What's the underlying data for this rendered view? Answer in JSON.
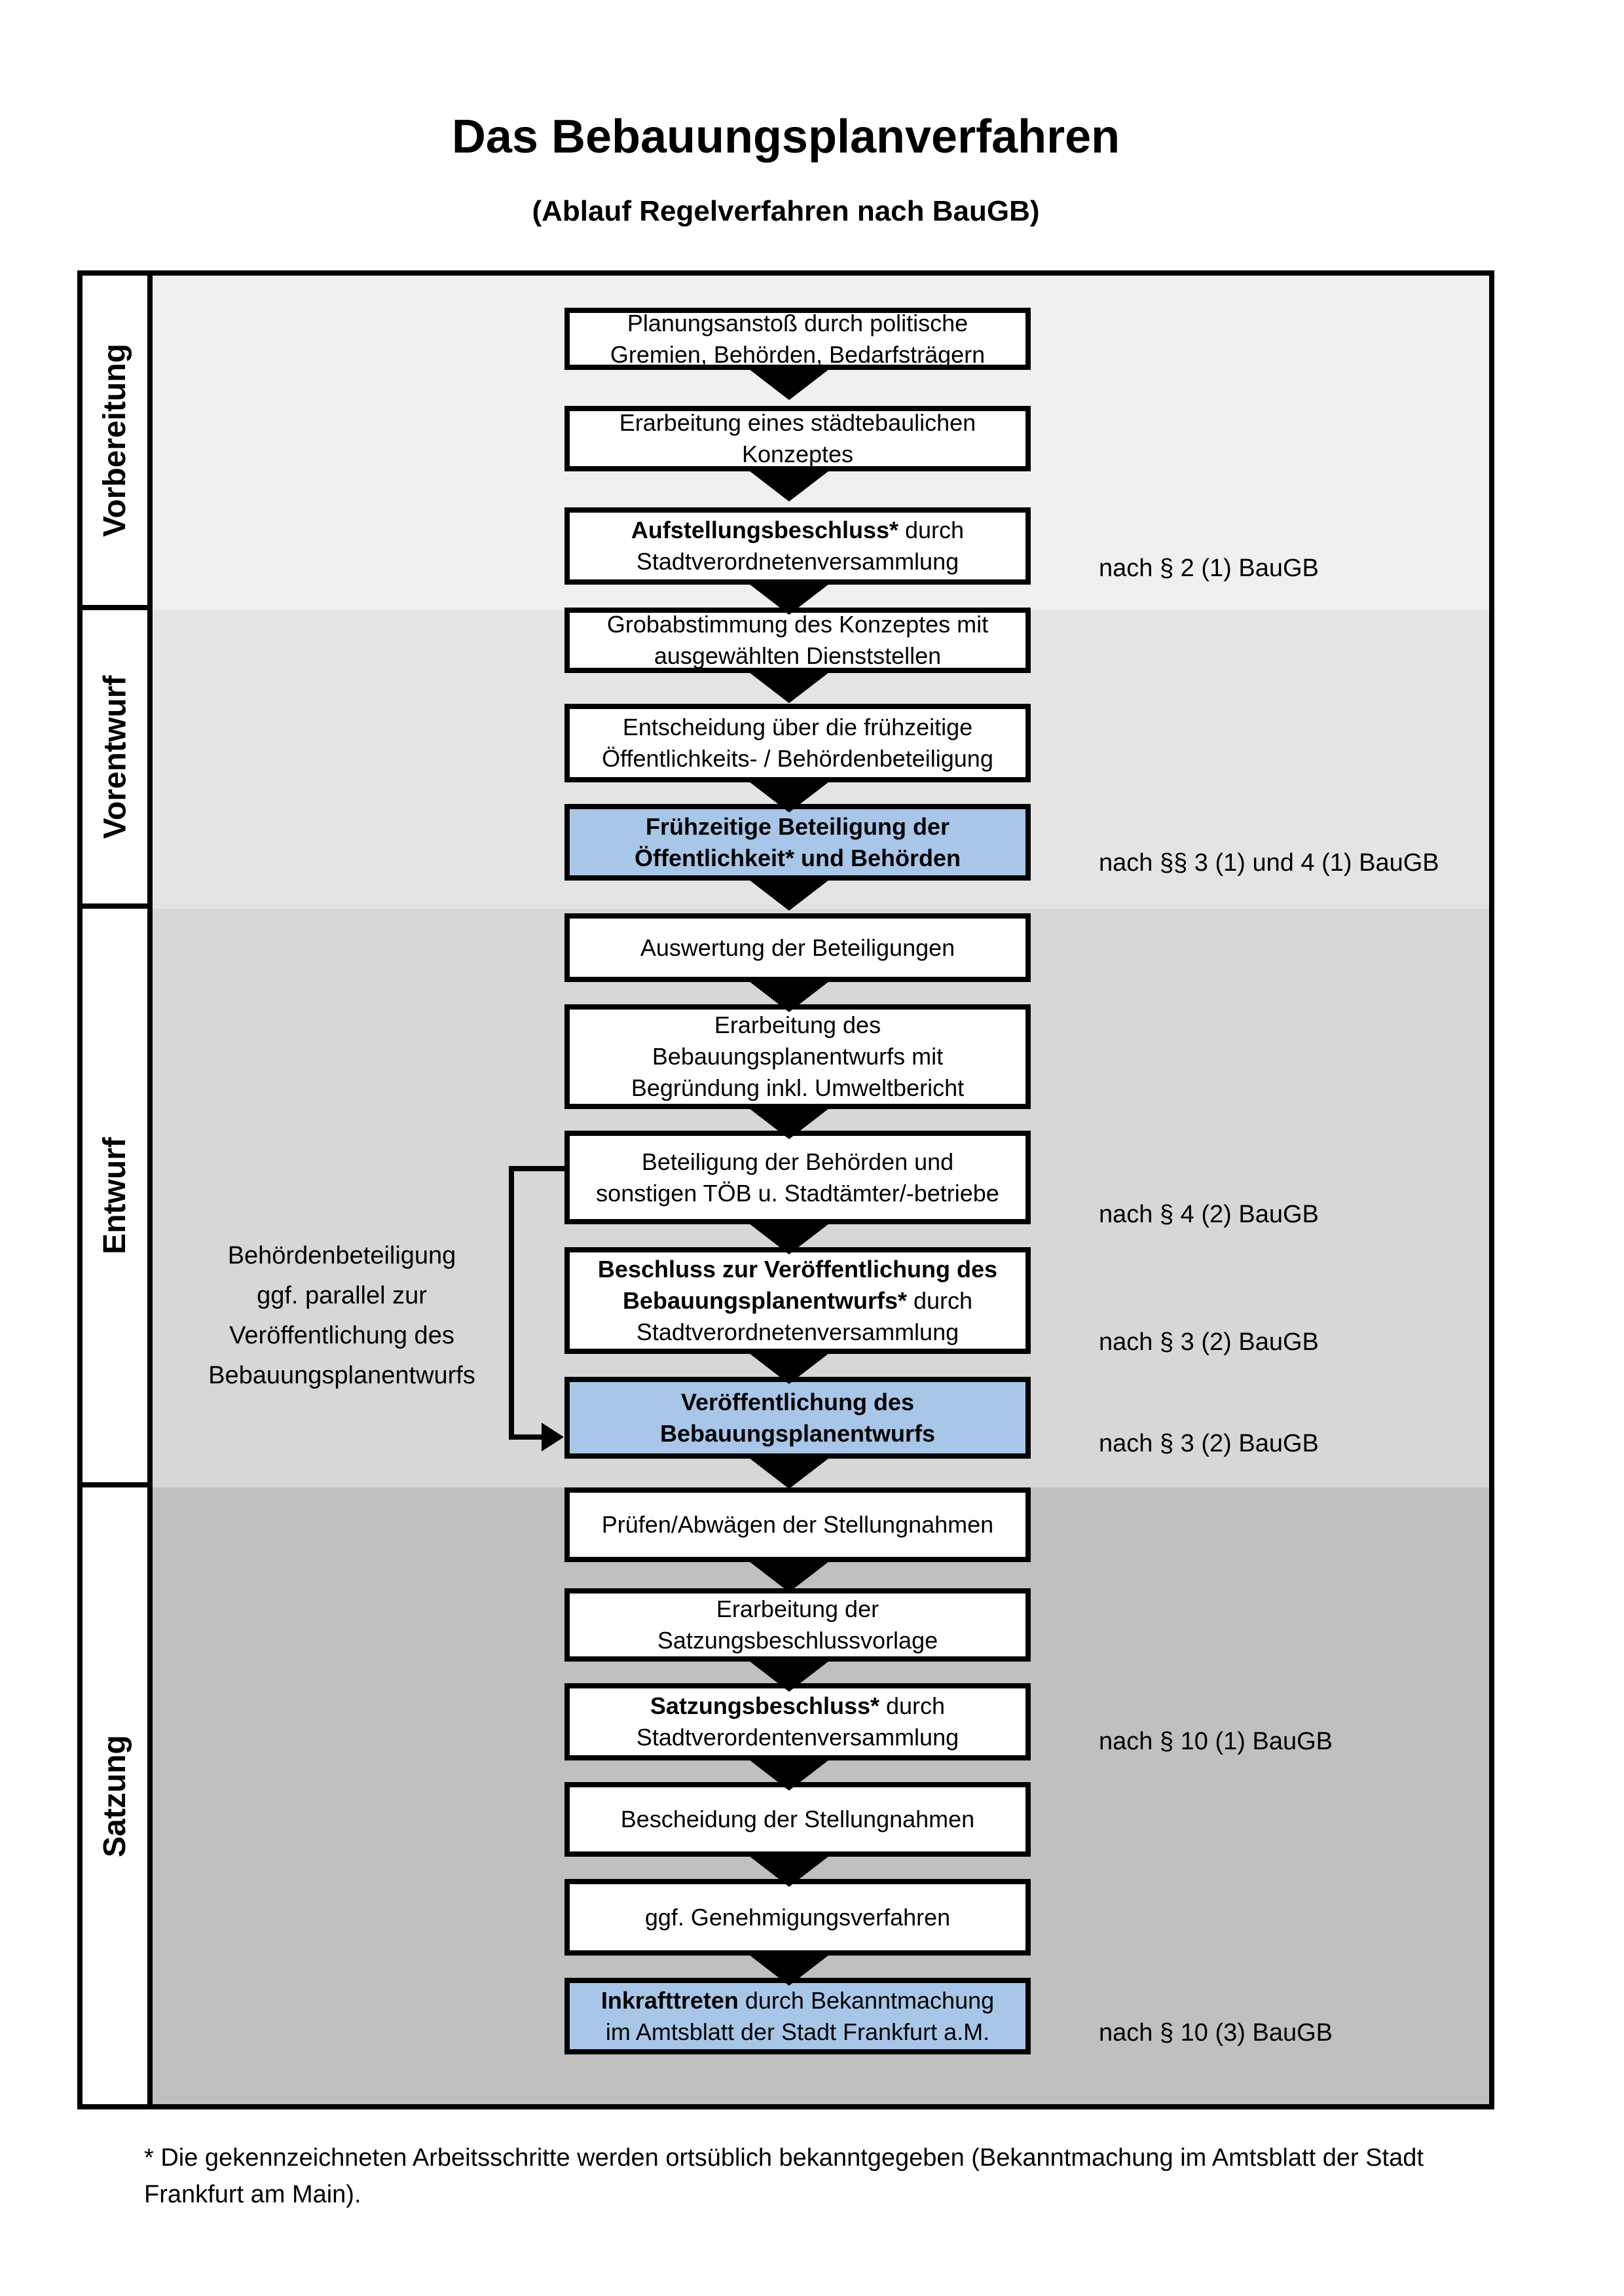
{
  "header": {
    "title": "Das Bebauungsplanverfahren",
    "subtitle": "(Ablauf Regelverfahren nach BauGB)"
  },
  "colors": {
    "phase_vorbereitung_bg": "#f0f0f0",
    "phase_vorentwurf_bg": "#e4e4e4",
    "phase_entwurf_bg": "#d7d7d7",
    "phase_satzung_bg": "#c0c0c0",
    "highlight_box_bg": "#a8c6e8",
    "box_bg": "#ffffff",
    "border": "#000000"
  },
  "phases": [
    {
      "id": "vorbereitung",
      "label": "Vorbereitung",
      "bg": "#f0f0f0"
    },
    {
      "id": "vorentwurf",
      "label": "Vorentwurf",
      "bg": "#e4e4e4"
    },
    {
      "id": "entwurf",
      "label": "Entwurf",
      "bg": "#d7d7d7"
    },
    {
      "id": "satzung",
      "label": "Satzung",
      "bg": "#c0c0c0"
    }
  ],
  "steps": [
    {
      "id": "planungsanstoss",
      "highlighted": false,
      "lines": [
        [
          {
            "t": "Planungsanstoß durch politische"
          }
        ],
        [
          {
            "t": "Gremien, Behörden, Bedarfsträgern"
          }
        ]
      ]
    },
    {
      "id": "staedtebauliches-konzept",
      "highlighted": false,
      "lines": [
        [
          {
            "t": "Erarbeitung eines städtebaulichen"
          }
        ],
        [
          {
            "t": "Konzeptes"
          }
        ]
      ]
    },
    {
      "id": "aufstellungsbeschluss",
      "highlighted": false,
      "lines": [
        [
          {
            "t": "Aufstellungsbeschluss*",
            "b": true
          },
          {
            "t": " durch"
          }
        ],
        [
          {
            "t": "Stadtverordnetenversammlung"
          }
        ]
      ],
      "annotation": "nach § 2 (1) BauGB"
    },
    {
      "id": "grobabstimmung",
      "highlighted": false,
      "lines": [
        [
          {
            "t": "Grobabstimmung des Konzeptes mit"
          }
        ],
        [
          {
            "t": "ausgewählten Dienststellen"
          }
        ]
      ]
    },
    {
      "id": "entscheidung-beteiligung",
      "highlighted": false,
      "lines": [
        [
          {
            "t": "Entscheidung über die frühzeitige"
          }
        ],
        [
          {
            "t": "Öffentlichkeits- / Behördenbeteiligung"
          }
        ]
      ]
    },
    {
      "id": "fruehzeitige-beteiligung",
      "highlighted": true,
      "lines": [
        [
          {
            "t": "Frühzeitige Beteiligung der",
            "b": true
          }
        ],
        [
          {
            "t": "Öffentlichkeit* und Behörden",
            "b": true
          }
        ]
      ],
      "annotation": "nach §§ 3 (1) und 4 (1) BauGB"
    },
    {
      "id": "auswertung-beteiligungen",
      "highlighted": false,
      "lines": [
        [
          {
            "t": "Auswertung der Beteiligungen"
          }
        ]
      ]
    },
    {
      "id": "erarbeitung-bebauungsplanentwurf",
      "highlighted": false,
      "lines": [
        [
          {
            "t": "Erarbeitung des"
          }
        ],
        [
          {
            "t": "Bebauungsplanentwurfs mit"
          }
        ],
        [
          {
            "t": "Begründung inkl. Umweltbericht"
          }
        ]
      ]
    },
    {
      "id": "beteiligung-behoerden-toeb",
      "highlighted": false,
      "lines": [
        [
          {
            "t": "Beteiligung der Behörden und"
          }
        ],
        [
          {
            "t": "sonstigen TÖB u. Stadtämter/-betriebe"
          }
        ]
      ],
      "annotation": "nach § 4 (2) BauGB"
    },
    {
      "id": "beschluss-veroeffentlichung",
      "highlighted": false,
      "lines": [
        [
          {
            "t": "Beschluss zur Veröffentlichung des",
            "b": true
          }
        ],
        [
          {
            "t": "Bebauungsplanentwurfs*",
            "b": true
          },
          {
            "t": " durch"
          }
        ],
        [
          {
            "t": "Stadtverordnetenversammlung"
          }
        ]
      ],
      "annotation": "nach § 3 (2) BauGB"
    },
    {
      "id": "veroeffentlichung-entwurf",
      "highlighted": true,
      "lines": [
        [
          {
            "t": "Veröffentlichung des",
            "b": true
          }
        ],
        [
          {
            "t": "Bebauungsplanentwurfs",
            "b": true
          }
        ]
      ],
      "annotation": "nach § 3 (2) BauGB"
    },
    {
      "id": "pruefen-abwaegen",
      "highlighted": false,
      "lines": [
        [
          {
            "t": "Prüfen/Abwägen der Stellungnahmen"
          }
        ]
      ]
    },
    {
      "id": "satzungsbeschlussvorlage",
      "highlighted": false,
      "lines": [
        [
          {
            "t": "Erarbeitung der"
          }
        ],
        [
          {
            "t": "Satzungsbeschlussvorlage"
          }
        ]
      ]
    },
    {
      "id": "satzungsbeschluss",
      "highlighted": false,
      "lines": [
        [
          {
            "t": "Satzungsbeschluss*",
            "b": true
          },
          {
            "t": " durch"
          }
        ],
        [
          {
            "t": "Stadtverordentenversammlung"
          }
        ]
      ],
      "annotation": "nach § 10 (1) BauGB"
    },
    {
      "id": "bescheidung-stellungnahmen",
      "highlighted": false,
      "lines": [
        [
          {
            "t": "Bescheidung der Stellungnahmen"
          }
        ]
      ]
    },
    {
      "id": "genehmigungsverfahren",
      "highlighted": false,
      "lines": [
        [
          {
            "t": "ggf. Genehmigungsverfahren"
          }
        ]
      ]
    },
    {
      "id": "inkrafttreten",
      "highlighted": true,
      "lines": [
        [
          {
            "t": "Inkrafttreten",
            "b": true
          },
          {
            "t": " durch Bekanntmachung"
          }
        ],
        [
          {
            "t": "im Amtsblatt der Stadt Frankfurt a.M."
          }
        ]
      ],
      "annotation": "nach § 10 (3) BauGB"
    }
  ],
  "side_note": {
    "lines": [
      "Behördenbeteiligung",
      "ggf. parallel zur",
      "Veröffentlichung des",
      "Bebauungsplanentwurfs"
    ]
  },
  "footnote": {
    "lines": [
      "* Die gekennzeichneten Arbeitsschritte werden ortsüblich bekanntgegeben (Bekanntmachung im Amtsblatt  der Stadt",
      "Frankfurt am Main)."
    ]
  }
}
